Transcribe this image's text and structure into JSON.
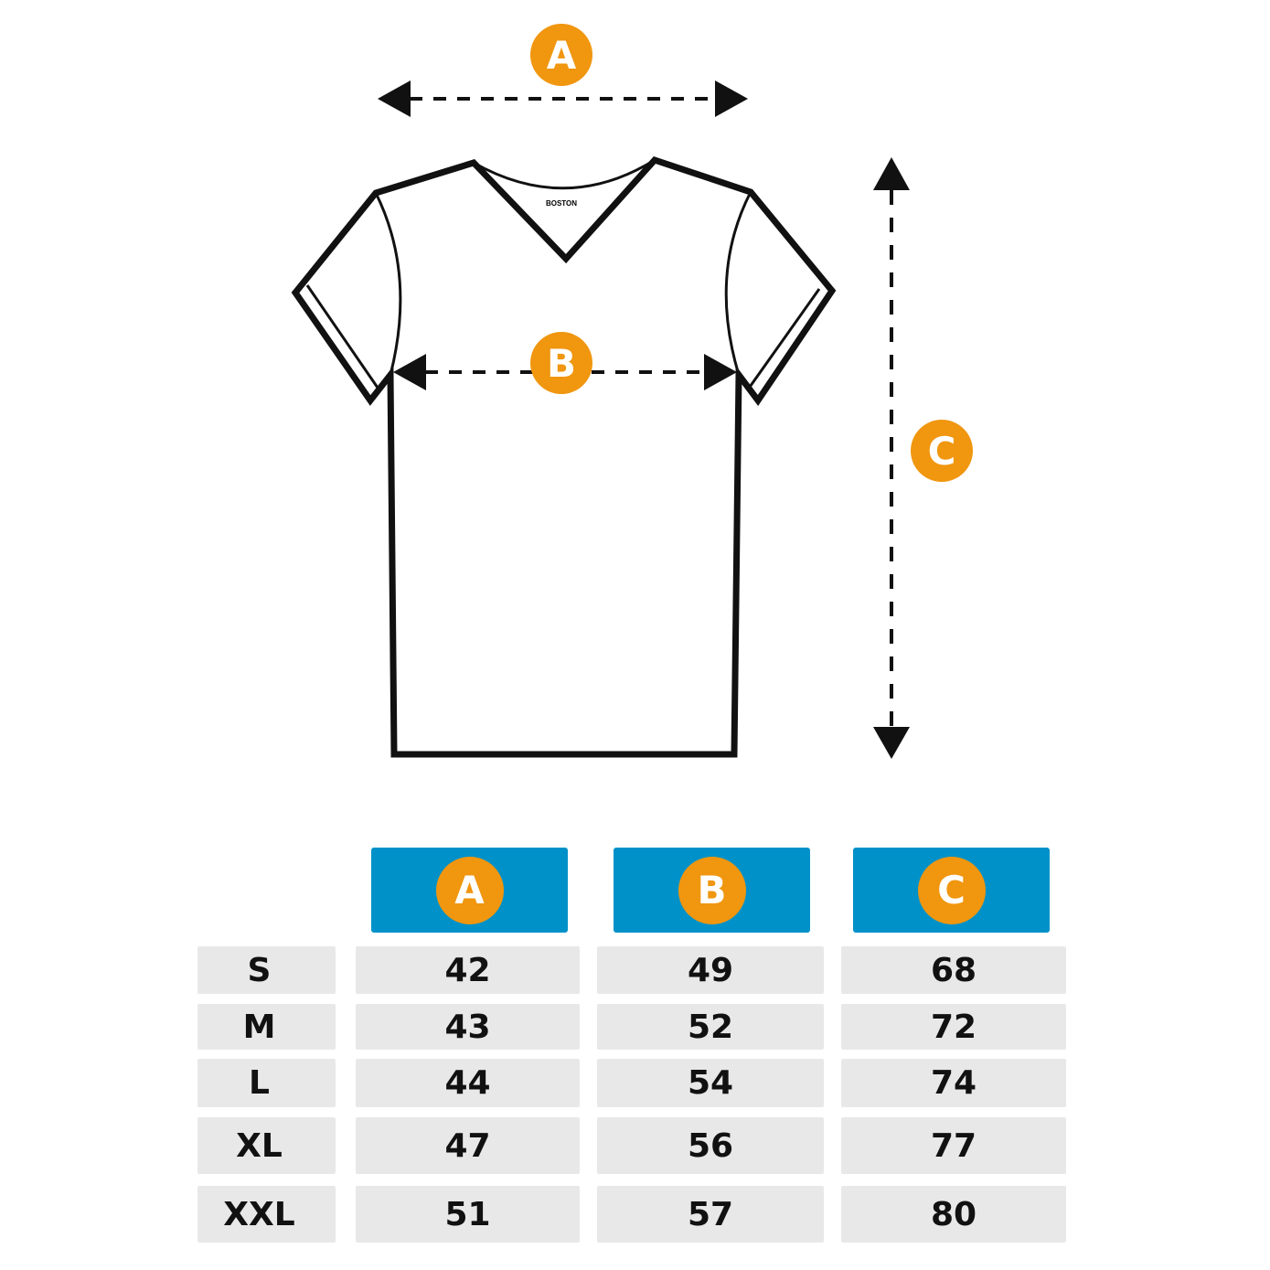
{
  "diagram": {
    "shirt_label": "BOSTON",
    "markers": {
      "a": "A",
      "b": "B",
      "c": "C"
    }
  },
  "table": {
    "headers": [
      "A",
      "B",
      "C"
    ],
    "rows": [
      {
        "size": "S",
        "a": "42",
        "b": "49",
        "c": "68"
      },
      {
        "size": "M",
        "a": "43",
        "b": "52",
        "c": "72"
      },
      {
        "size": "L",
        "a": "44",
        "b": "54",
        "c": "74"
      },
      {
        "size": "XL",
        "a": "47",
        "b": "56",
        "c": "77"
      },
      {
        "size": "XXL",
        "a": "51",
        "b": "57",
        "c": "80"
      }
    ]
  },
  "colors": {
    "header": "#0091c9",
    "badge": "#f0960f",
    "cell": "#e8e8e8"
  }
}
